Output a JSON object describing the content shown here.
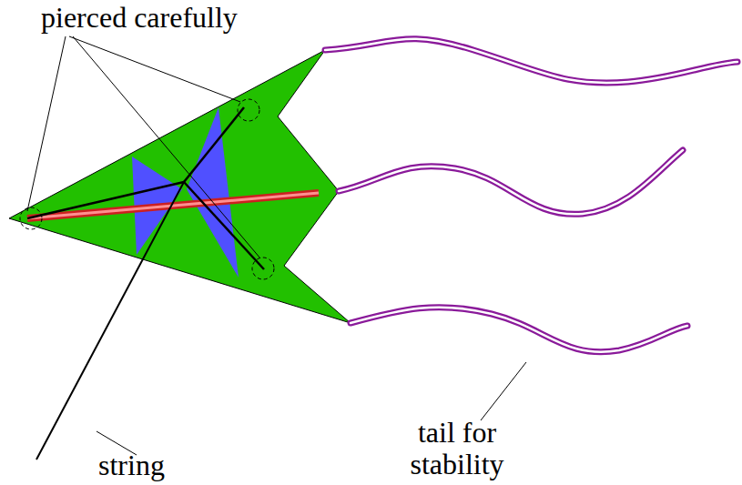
{
  "diagram": {
    "labels": [
      "pierced carefully",
      "string",
      "tail for stability"
    ]
  }
}
